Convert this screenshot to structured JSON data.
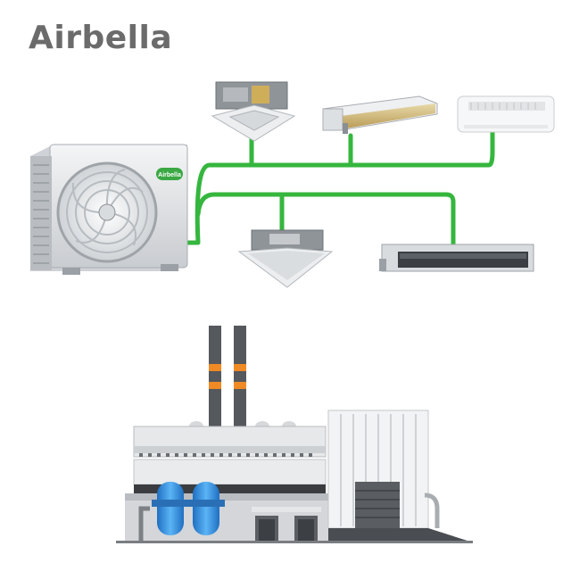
{
  "brand": {
    "logo_text": "Airbella",
    "badge_text": "Airbella"
  },
  "colors": {
    "pipe": "#35b63e",
    "badge": "#3aa843",
    "logo": "#6b6b6b",
    "chimney_band": "#f08a24",
    "tank": "#2e8fe0"
  },
  "units": {
    "outdoor": "outdoor-condenser-unit",
    "indoor": [
      "cassette-unit-top",
      "ducted-unit-top",
      "wall-mounted-unit",
      "cassette-unit-bottom",
      "ducted-unit-bottom"
    ]
  },
  "illustration": "factory-building"
}
